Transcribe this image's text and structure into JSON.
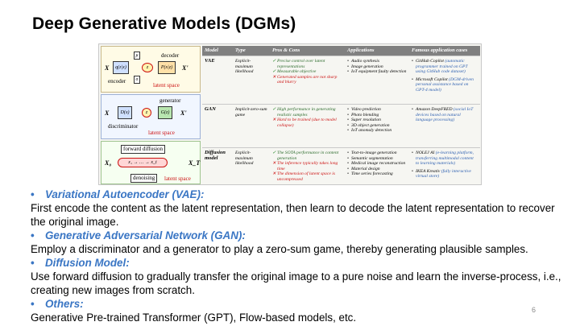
{
  "title": "Deep Generative Models (DGMs)",
  "figure": {
    "headers": [
      "Model",
      "Type",
      "Pros & Cons",
      "Applications",
      "Famous application cases"
    ],
    "rows": [
      {
        "model": "VAE",
        "type": "Explicit-maximum likelihood",
        "pros": [
          "Precise control over latent representations",
          "Measurable objective"
        ],
        "cons": [
          "Generated samples are not sharp and blurry"
        ],
        "apps": [
          "Audio synthesis",
          "Image generation",
          "IoT equipment faulty detection"
        ],
        "cases": [
          {
            "name": "GitHub Copilot",
            "desc": "(automatic programmer trained on GPT using GitHub code dataset)"
          },
          {
            "name": "Microsoft Copilot",
            "desc": "(DGM-driven personal assistance based on GPT-4 model)"
          }
        ]
      },
      {
        "model": "GAN",
        "type": "Implicit-zero-sum game",
        "pros": [
          "High performance in generating realistic samples"
        ],
        "cons": [
          "Hard to be trained (due to model collapse)"
        ],
        "apps": [
          "Video prediction",
          "Photo blending",
          "Super resolution",
          "3D object generation",
          "IoT anomaly detection"
        ],
        "cases": [
          {
            "name": "Amazon DeepFRED",
            "desc": "(social IoT devices based on natural language processing)"
          }
        ]
      },
      {
        "model": "Diffusion model",
        "type": "Explicit-maximum likelihood",
        "pros": [
          "The SOTA performance in content generation"
        ],
        "cons": [
          "The inference typically takes long time",
          "The dimension of latent space is uncompressed"
        ],
        "apps": [
          "Text-to-image generation",
          "Semantic segmentation",
          "Medical image reconstruction",
          "Material design",
          "Time series forecasting"
        ],
        "cases": [
          {
            "name": "NOLEJ AI",
            "desc": "(e-learning platform, transferring multimodal content to learning materials)"
          },
          {
            "name": "IKEA Kreativ",
            "desc": "(fully interactive virtual store)"
          }
        ]
      }
    ],
    "diagram_labels": {
      "vae_decoder": "decoder",
      "vae_encoder": "encoder",
      "vae_latent": "latent space",
      "gan_generator": "generator",
      "gan_discriminator": "discriminator",
      "gan_latent": "latent space",
      "diff_forward": "forward diffusion",
      "diff_denoising": "denoising",
      "diff_latent": "latent space"
    }
  },
  "bullets": [
    {
      "heading": "Variational Autoencoder (VAE)",
      "suffix": ":",
      "body": "First encode the content as the latent representation, then learn to decode the latent representation to recover the original image."
    },
    {
      "heading": "Generative Adversarial Network (GAN):",
      "suffix": "",
      "body": "Employ a discriminator and a generator to play a zero-sum game, thereby generating plausible samples."
    },
    {
      "heading": "Diffusion Model",
      "suffix": ":",
      "body": "Use forward diffusion to gradually transfer the original image to a pure noise and learn the inverse-process, i.e., creating new images from scratch."
    },
    {
      "heading": "Others:",
      "suffix": "",
      "body": "Generative Pre-trained Transformer (GPT), Flow-based models, etc."
    }
  ],
  "page_number": "6"
}
